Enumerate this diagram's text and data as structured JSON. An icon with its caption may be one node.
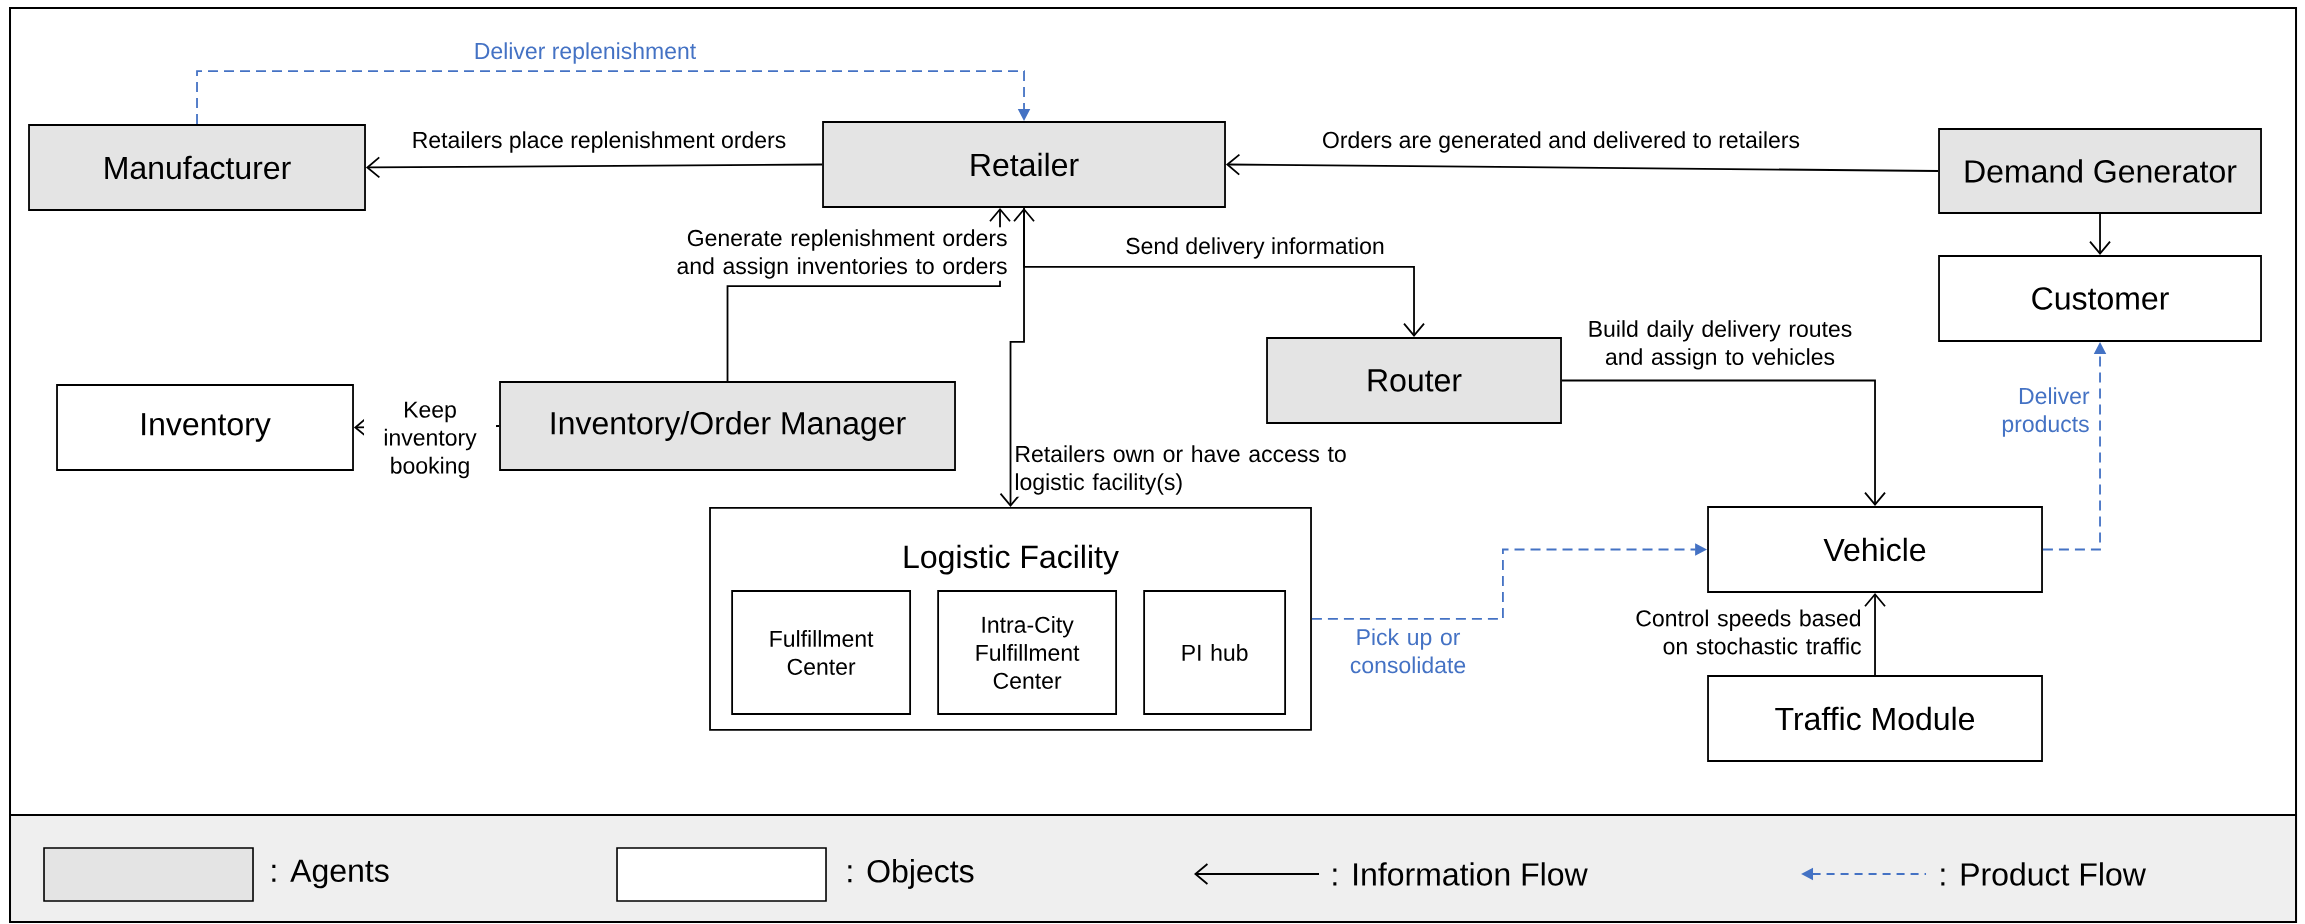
{
  "diagram": {
    "nodes": [
      {
        "text": [
          "Manufacturer"
        ]
      },
      {
        "text": [
          "Retailer"
        ]
      },
      {
        "text": [
          "Demand Generator"
        ]
      },
      {
        "text": [
          "Customer"
        ]
      },
      {
        "text": [
          "Router"
        ]
      },
      {
        "text": [
          "Inventory"
        ]
      },
      {
        "text": [
          "Inventory/Order Manager"
        ]
      },
      {
        "text": [
          "Logistic Facility"
        ]
      },
      {
        "text": [
          "Fulfillment Center"
        ],
        "in": 7
      },
      {
        "text": [
          "Intra-City Fulfillment Center"
        ],
        "in": 7
      },
      {
        "text": [
          "PI hub"
        ],
        "in": 7
      },
      {
        "text": [
          "Vehicle"
        ]
      },
      {
        "text": [
          "Traffic Module"
        ]
      }
    ],
    "edges": [
      {
        "from": 1,
        "to": 0,
        "arrow": "to",
        "label": "Retailers place replenishment orders"
      },
      {
        "from": 0,
        "to": 1,
        "arrow": "to",
        "label": "Deliver replenishment",
        "style": "dashed",
        "color": "#4472c4"
      },
      {
        "from": 2,
        "to": 1,
        "arrow": "to",
        "label": "Orders are generated and delivered to retailers"
      },
      {
        "from": 2,
        "to": 3,
        "arrow": "to"
      },
      {
        "from": 6,
        "to": 1,
        "arrow": "to",
        "label": "Generate replenishment orders and assign inventories to orders"
      },
      {
        "from": 6,
        "to": 5,
        "arrow": "to",
        "label": "Keep inventory booking"
      },
      {
        "from": 1,
        "to": 4,
        "arrow": "to",
        "label": "Send delivery information"
      },
      {
        "from": 1,
        "to": 7,
        "arrow": "both",
        "label": "Retailers own or have access to logistic facility(s)"
      },
      {
        "from": 4,
        "to": 11,
        "arrow": "to",
        "label": "Build daily delivery routes and assign to vehicles"
      },
      {
        "from": 7,
        "to": 11,
        "arrow": "to",
        "label": "Pick up or consolidate",
        "style": "dashed",
        "color": "#4472c4"
      },
      {
        "from": 11,
        "to": 3,
        "arrow": "to",
        "label": "Deliver products",
        "style": "dashed",
        "color": "#4472c4"
      },
      {
        "from": 12,
        "to": 11,
        "arrow": "to",
        "label": "Control speeds based on stochastic traffic"
      }
    ],
    "legend": [
      {
        "text": ": Agents",
        "color": "#e4e4e4"
      },
      {
        "text": ": Objects",
        "color": "#ffffff"
      },
      {
        "text": ": Information Flow"
      },
      {
        "text": ": Product Flow"
      }
    ]
  }
}
